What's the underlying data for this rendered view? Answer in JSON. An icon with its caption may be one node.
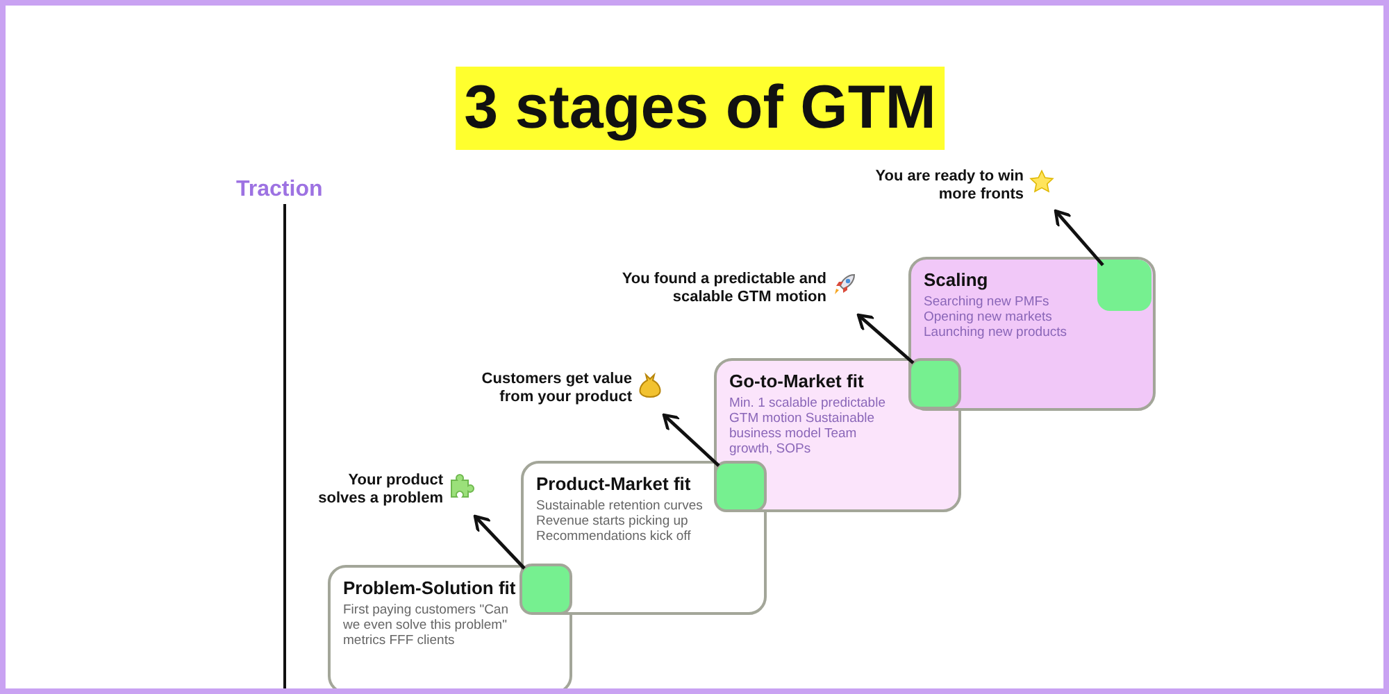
{
  "diagram": {
    "title": "3 stages of GTM",
    "nodes": [
      {
        "text": [
          "Problem-Solution fit",
          "First paying customers \"Can we even solve this problem\" metrics FFF clients"
        ]
      },
      {
        "text": [],
        "shape": "box"
      },
      {
        "text": [
          "Your product solves a problem"
        ]
      },
      {
        "text": [
          "Product-Market fit",
          "Sustainable retention curves Revenue starts picking up Recommendations kick off"
        ]
      },
      {
        "text": [],
        "shape": "box"
      },
      {
        "text": [
          "Customers get value from your product"
        ]
      },
      {
        "text": [
          "Go-to-Market fit",
          "Min. 1 scalable predictable GTM motion Sustainable business model Team growth, SOPs"
        ]
      },
      {
        "text": [],
        "shape": "box"
      },
      {
        "text": [
          "You found a predictable and scalable GTM motion"
        ]
      },
      {
        "text": [
          "Scaling",
          "Searching new PMFs Opening new markets Launching new products"
        ]
      },
      {
        "text": [],
        "shape": "box",
        "in": 9
      },
      {
        "text": [
          "You are ready to win more fronts"
        ]
      }
    ],
    "edges": [
      {
        "from": 1,
        "to": 2,
        "arrow": "to"
      },
      {
        "from": 4,
        "to": 5,
        "arrow": "to"
      },
      {
        "from": 7,
        "to": 8,
        "arrow": "to"
      },
      {
        "from": 10,
        "to": 11,
        "arrow": "to"
      }
    ],
    "labels": [
      "Traction"
    ]
  }
}
